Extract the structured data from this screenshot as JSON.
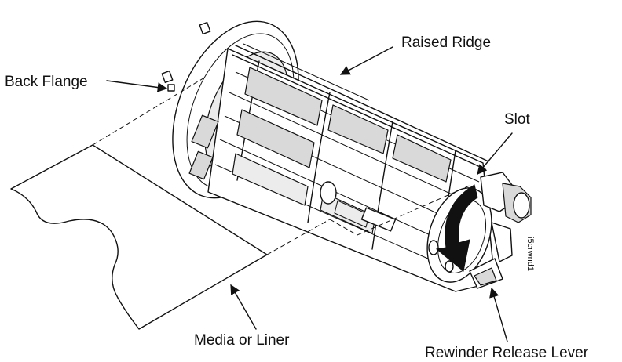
{
  "labels": {
    "back_flange": "Back Flange",
    "raised_ridge": "Raised Ridge",
    "slot": "Slot",
    "media_or_liner": "Media or Liner",
    "rewinder_release_lever": "Rewinder Release Lever",
    "figure_code": "i5crwnd1"
  },
  "icons": {
    "pointer": "arrow-icon"
  }
}
